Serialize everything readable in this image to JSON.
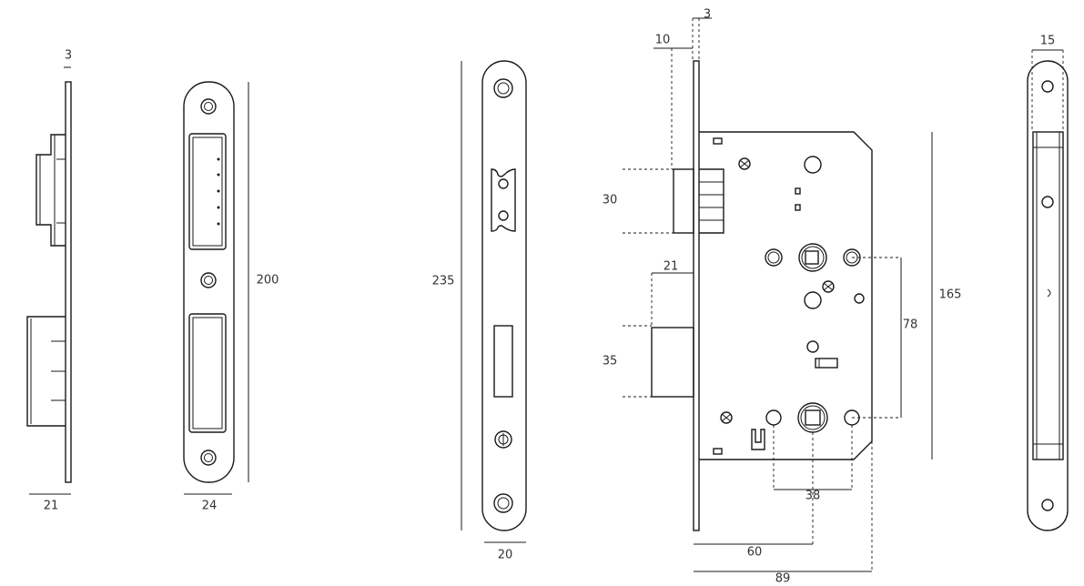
{
  "labels": {
    "side_top": "3",
    "side_width": "21",
    "strike_width": "24",
    "strike_height": "200",
    "face_height": "235",
    "face_width": "20",
    "lock_face_thk": "3",
    "latch_offset": "10",
    "latch_height": "30",
    "bolt_throw": "21",
    "bolt_height": "35",
    "center_dist": "78",
    "case_height": "165",
    "cyl_spacing": "38",
    "backset": "60",
    "case_depth": "89",
    "edge_width": "15"
  }
}
